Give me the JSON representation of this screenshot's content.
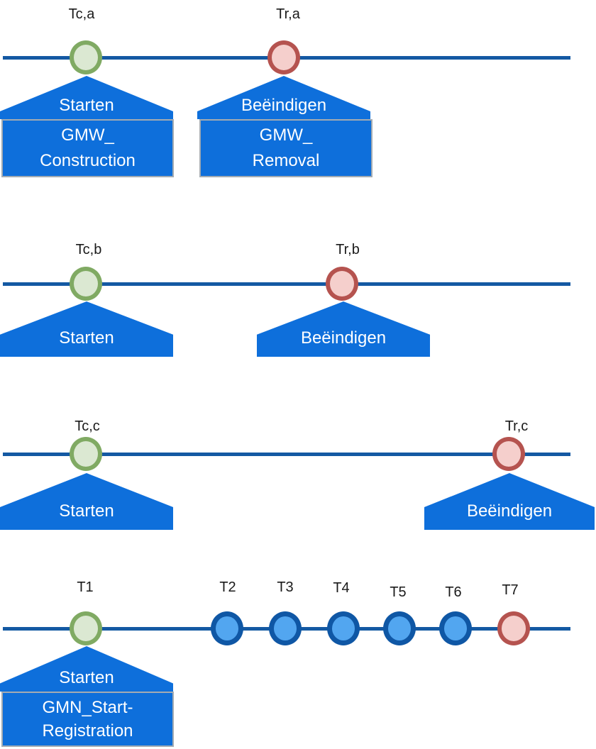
{
  "diagram": {
    "description": "Four horizontal timelines with event markers and blue flag callouts",
    "colors": {
      "flag_blue": "#0E6FDB",
      "timeline_blue": "#1459A3",
      "node_blue_fill": "#52A6F0",
      "node_blue_stroke": "#0F57A5",
      "node_green_fill": "#DBE8D2",
      "node_green_stroke": "#80AA63",
      "node_red_fill": "#F5CFCC",
      "node_red_stroke": "#B5534F",
      "box_border_gray": "#A3ABB2",
      "label_text": "#1A1A1A",
      "flag_text": "#FFFFFF"
    },
    "timelines": [
      {
        "name": "timeline-a",
        "events": [
          {
            "label": "Tc,a",
            "node": "green",
            "flag_title": "Starten",
            "box_line1": "GMW_",
            "box_line2": "Construction"
          },
          {
            "label": "Tr,a",
            "node": "red",
            "flag_title": "Beëindigen",
            "box_line1": "GMW_",
            "box_line2": "Removal"
          }
        ]
      },
      {
        "name": "timeline-b",
        "events": [
          {
            "label": "Tc,b",
            "node": "green",
            "flag_title": "Starten"
          },
          {
            "label": "Tr,b",
            "node": "red",
            "flag_title": "Beëindigen"
          }
        ]
      },
      {
        "name": "timeline-c",
        "events": [
          {
            "label": "Tc,c",
            "node": "green",
            "flag_title": "Starten"
          },
          {
            "label": "Tr,c",
            "node": "red",
            "flag_title": "Beëindigen"
          }
        ]
      },
      {
        "name": "timeline-t",
        "events": [
          {
            "label": "T1",
            "node": "green",
            "flag_title": "Starten",
            "box_line1": "GMN_Start-",
            "box_line2": "Registration"
          },
          {
            "label": "T2",
            "node": "blue"
          },
          {
            "label": "T3",
            "node": "blue"
          },
          {
            "label": "T4",
            "node": "blue"
          },
          {
            "label": "T5",
            "node": "blue"
          },
          {
            "label": "T6",
            "node": "blue"
          },
          {
            "label": "T7",
            "node": "red"
          }
        ]
      }
    ]
  }
}
